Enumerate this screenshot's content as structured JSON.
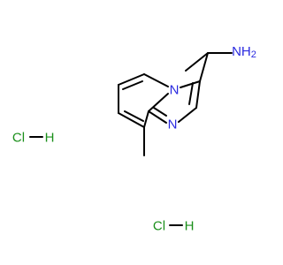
{
  "molecule": {
    "nh2_label": "NH",
    "nh2_subscript": "2",
    "ring_n_label": "N",
    "imine_n_label": "N"
  },
  "salts": [
    {
      "cl_label": "Cl",
      "h_label": "H"
    },
    {
      "cl_label": "Cl",
      "h_label": "H"
    }
  ],
  "colors": {
    "bond": "#000000",
    "nitrogen": "#2a2ae0",
    "chlorine": "#1a8f1a"
  }
}
